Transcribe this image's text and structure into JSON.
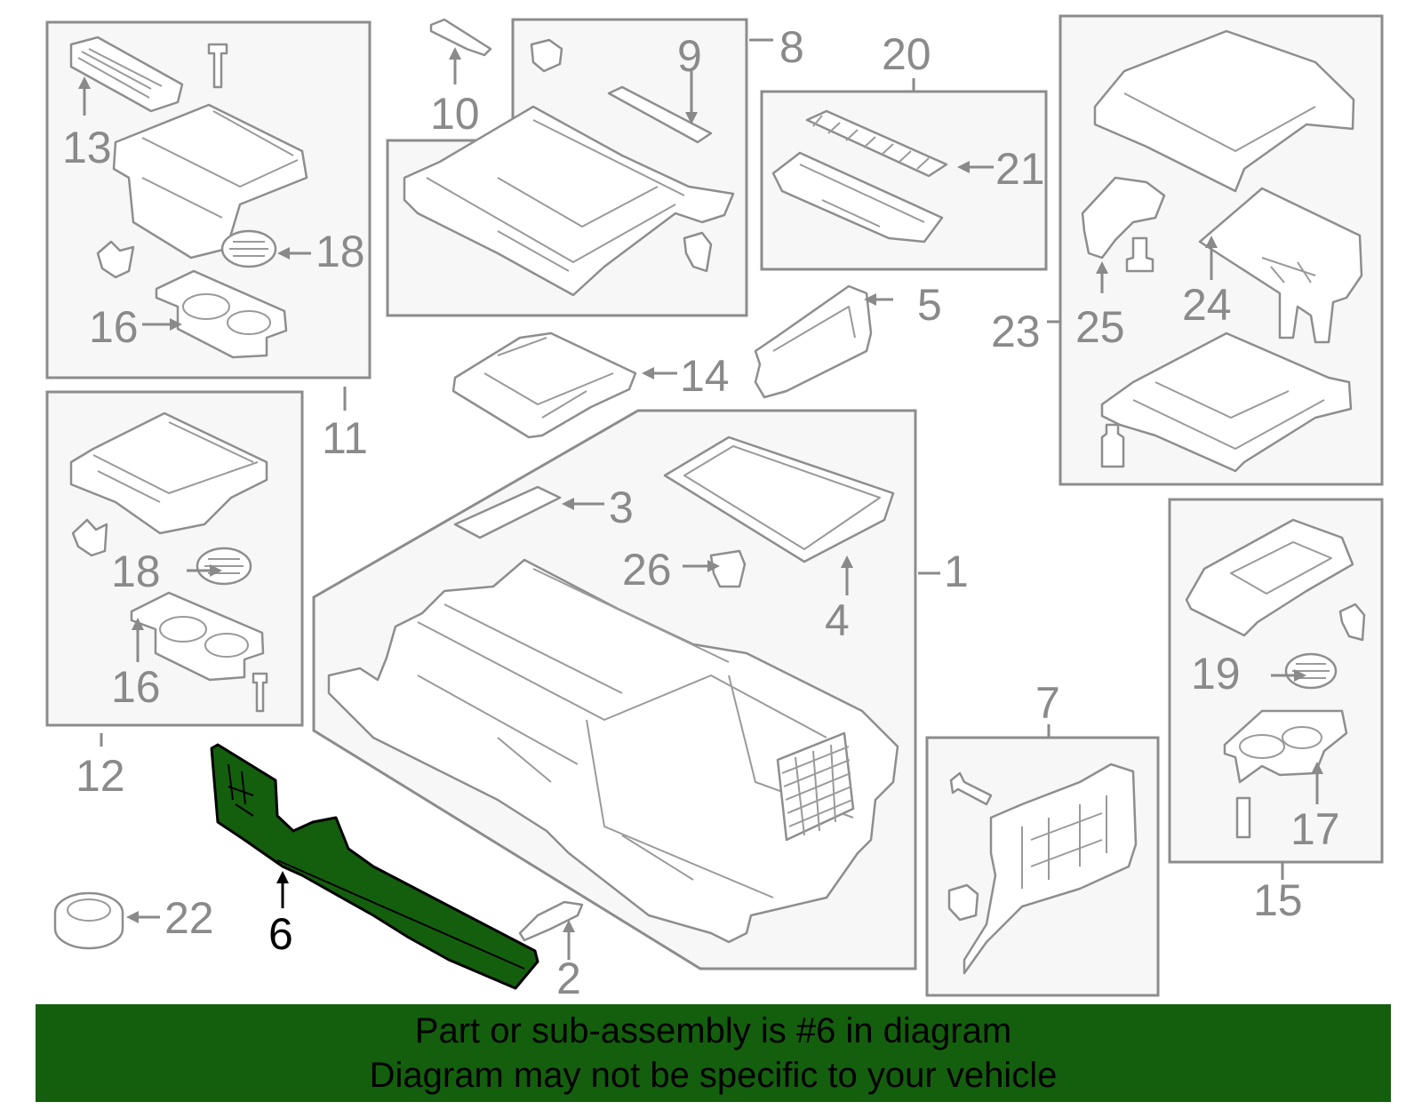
{
  "callouts": {
    "c1": "1",
    "c2": "2",
    "c3": "3",
    "c4": "4",
    "c5": "5",
    "c6": "6",
    "c7": "7",
    "c8": "8",
    "c9": "9",
    "c10": "10",
    "c11": "11",
    "c12": "12",
    "c13": "13",
    "c14": "14",
    "c15": "15",
    "c16a": "16",
    "c16b": "16",
    "c17": "17",
    "c18a": "18",
    "c18b": "18",
    "c19": "19",
    "c20": "20",
    "c21": "21",
    "c22": "22",
    "c23": "23",
    "c24": "24",
    "c25": "25",
    "c26": "26"
  },
  "highlighted_part": "6",
  "colors": {
    "highlight": "#145f0e",
    "banner": "#145f0e",
    "line": "#8c8c8c"
  },
  "banner": {
    "line1": "Part or sub-assembly is #6 in diagram",
    "line2": "Diagram may not be specific to your vehicle"
  }
}
